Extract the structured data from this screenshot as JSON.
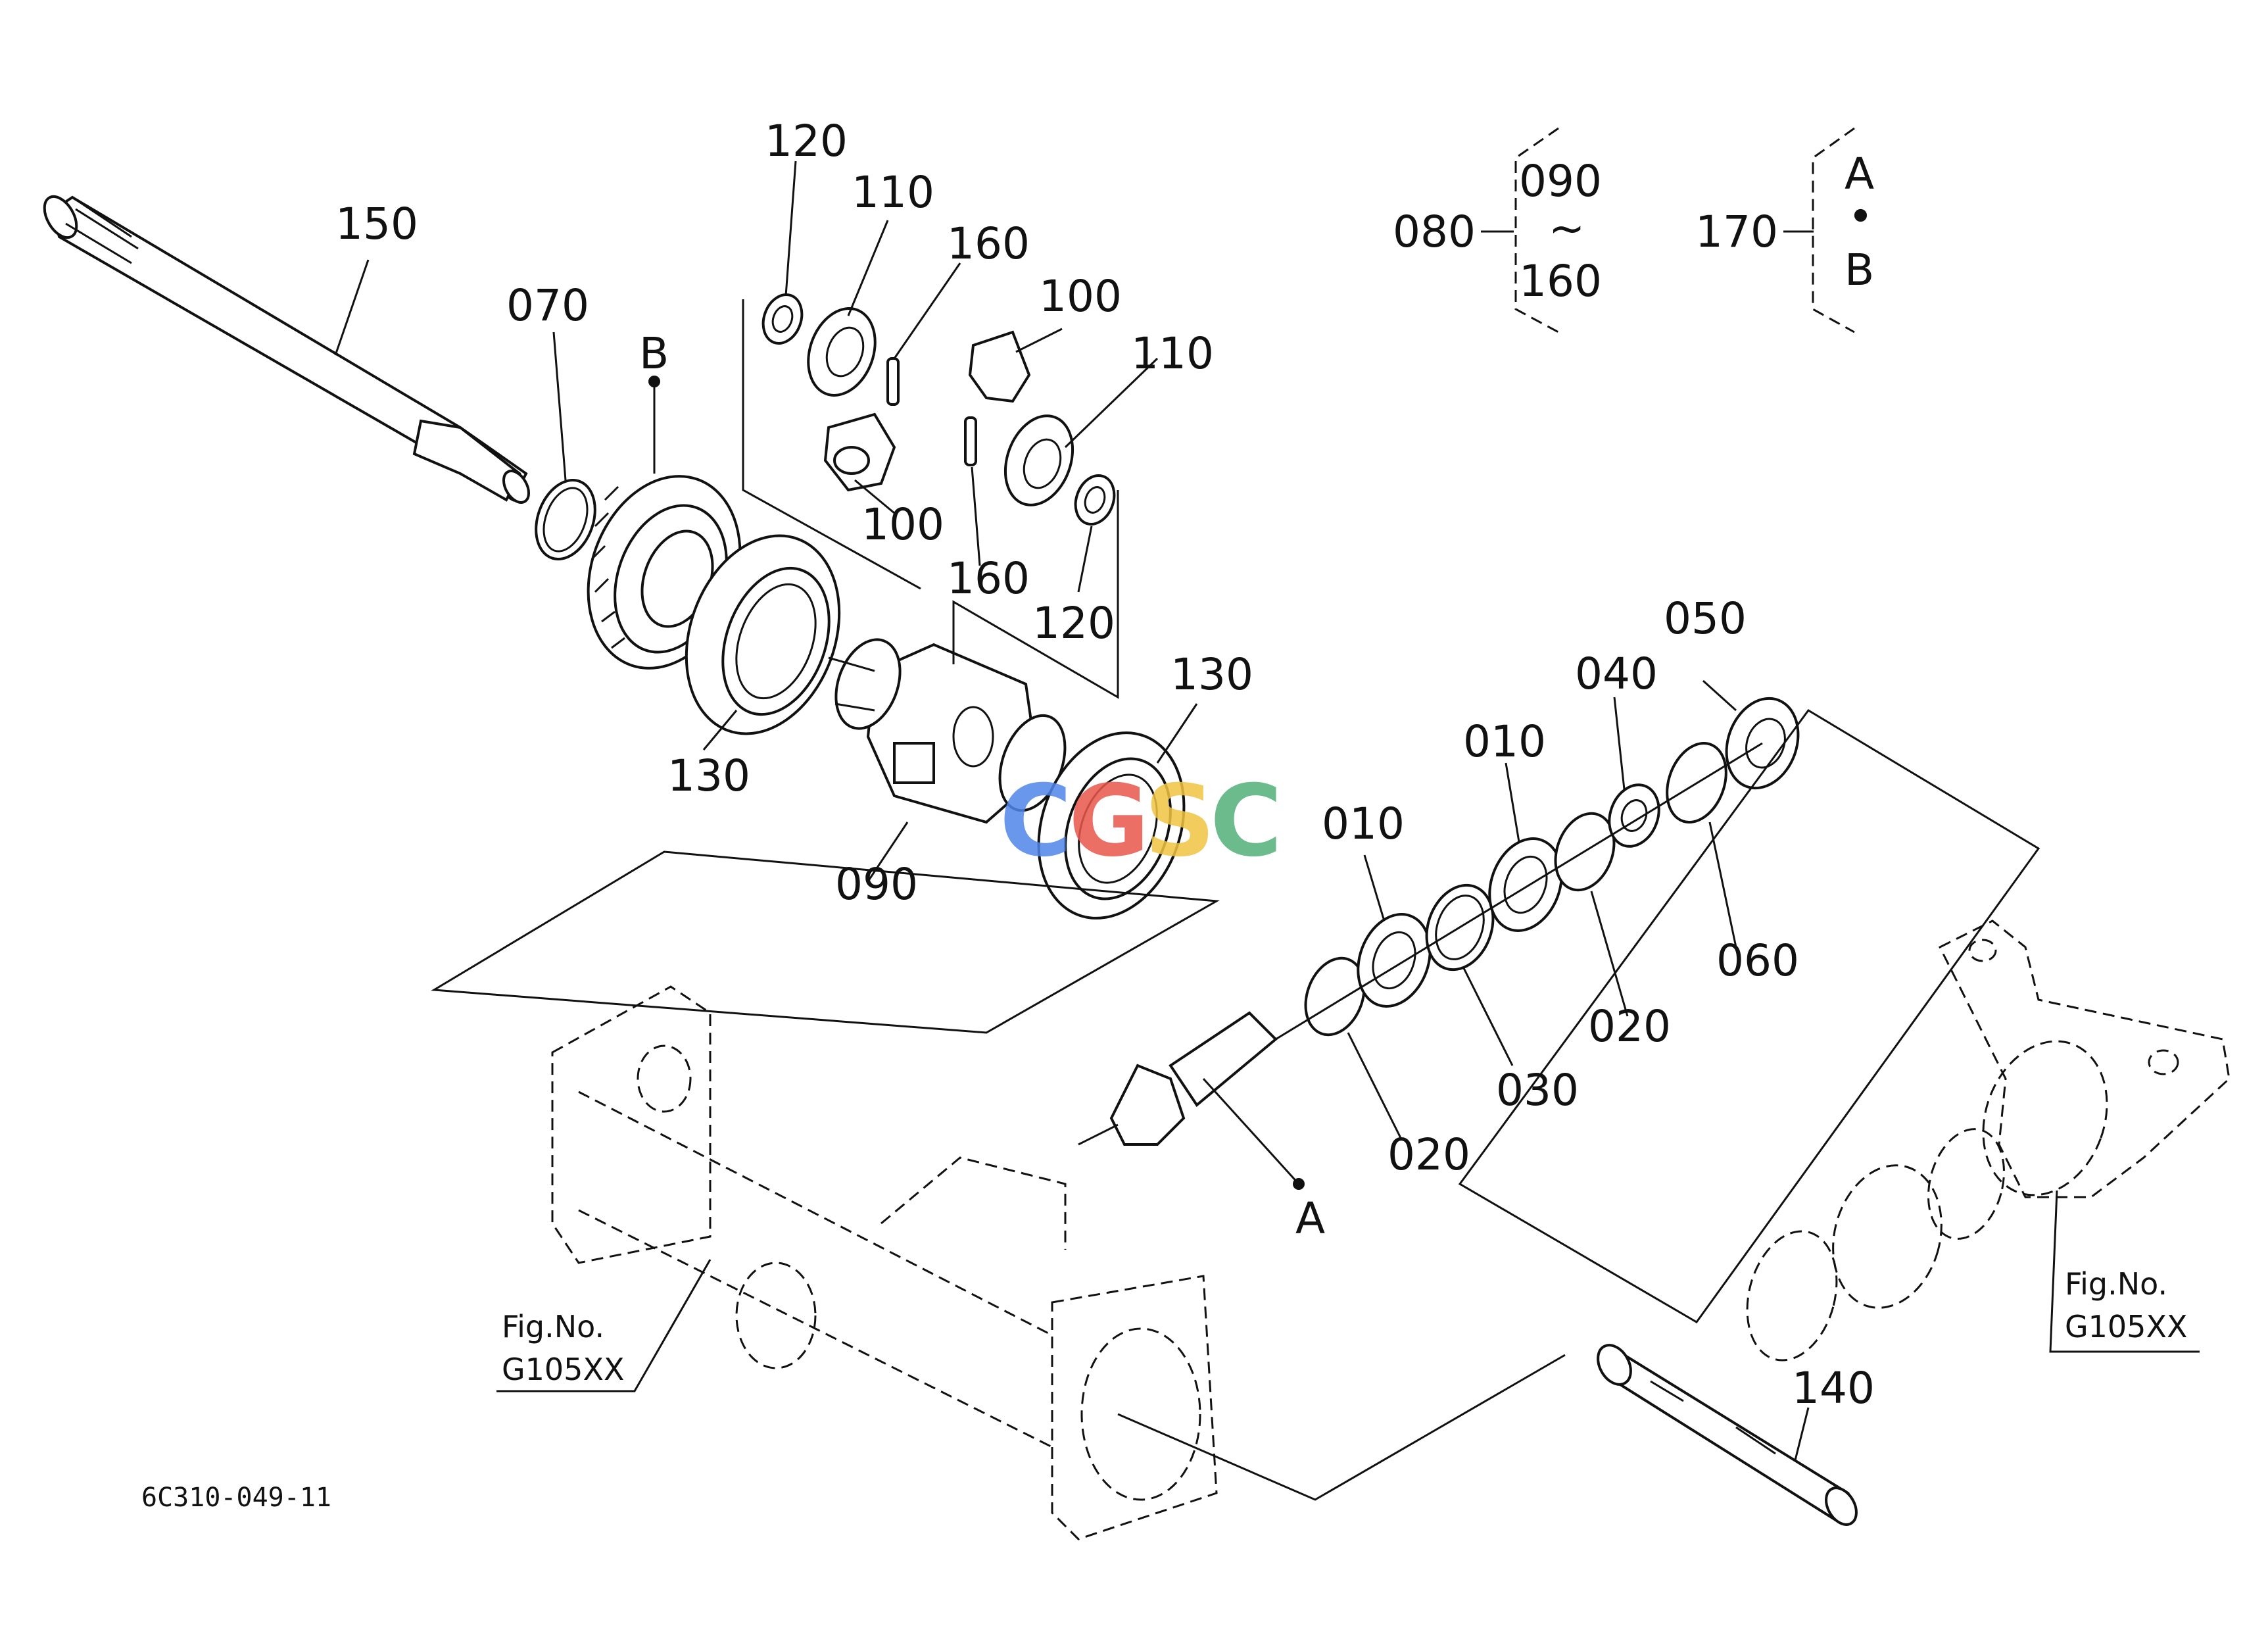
{
  "diagram_id": "6C310-049-11",
  "watermark": {
    "letters": [
      "C",
      "G",
      "S",
      "C"
    ],
    "colors": [
      "#4f86e8",
      "#e8574b",
      "#f2c443",
      "#52b07a"
    ]
  },
  "part_labels": {
    "p150": "150",
    "p070": "070",
    "pB_gear": "B",
    "p120_top": "120",
    "p110_top": "110",
    "p160_top": "160",
    "p100_top": "100",
    "p110_right": "110",
    "p100_bottom": "100",
    "p160_bottom": "160",
    "p120_bottom": "120",
    "p130_left": "130",
    "p130_right": "130",
    "p090": "090",
    "p050": "050",
    "p040": "040",
    "p010_upper": "010",
    "p010_lower": "010",
    "p060": "060",
    "p020_upper": "020",
    "p030": "030",
    "p020_lower": "020",
    "pA_pinion": "A",
    "p140": "140"
  },
  "assembly_legend": {
    "group_080": {
      "parent": "080",
      "from": "090",
      "tilde": "~",
      "to": "160"
    },
    "group_170": {
      "parent": "170",
      "top": "A",
      "dot": "•",
      "bottom": "B"
    }
  },
  "figure_refs": {
    "left": {
      "line1": "Fig.No.",
      "line2": "G105XX"
    },
    "right": {
      "line1": "Fig.No.",
      "line2": "G105XX"
    }
  }
}
